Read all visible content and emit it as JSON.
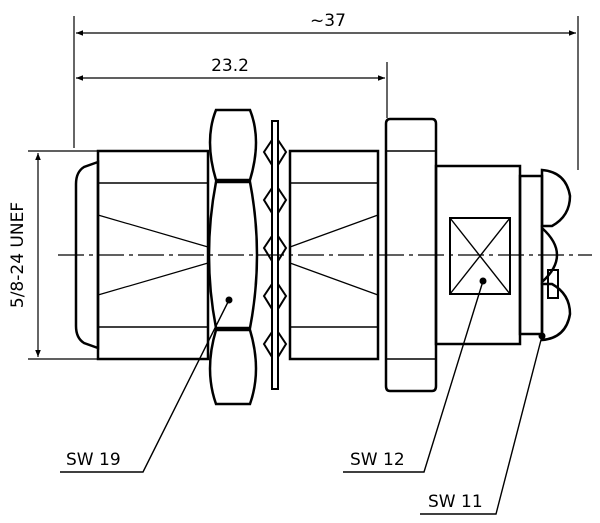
{
  "dimensions": {
    "overall_length": "~37",
    "flange_length": "23.2",
    "thread": "5/8-24 UNEF"
  },
  "callouts": {
    "hex_nut": "SW 19",
    "body_flats": "SW 12",
    "rear_nut": "SW 11"
  }
}
